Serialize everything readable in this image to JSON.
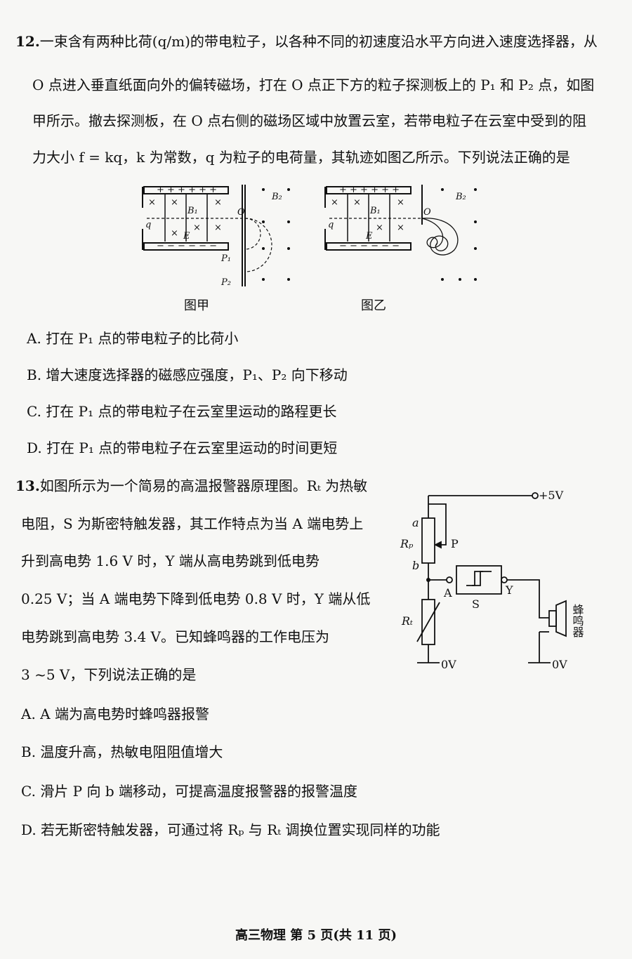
{
  "q12": {
    "number": "12.",
    "lines": [
      "一束含有两种比荷(q/m)的带电粒子，以各种不同的初速度沿水平方向进入速度选择器，从",
      "O 点进入垂直纸面向外的偏转磁场，打在 O 点正下方的粒子探测板上的 P₁ 和 P₂ 点，如图",
      "甲所示。撤去探测板，在 O 点右侧的磁场区域中放置云室，若带电粒子在云室中受到的阻",
      "力大小 f = kq，k 为常数，q 为粒子的电荷量，其轨迹如图乙所示。下列说法正确的是"
    ],
    "figures": {
      "left_caption": "图甲",
      "right_caption": "图乙",
      "labels": {
        "B1": "B₁",
        "B2": "B₂",
        "E": "E",
        "O": "O",
        "q": "q",
        "P1": "P₁",
        "P2": "P₂"
      }
    },
    "options": [
      "A. 打在 P₁ 点的带电粒子的比荷小",
      "B. 增大速度选择器的磁感应强度，P₁、P₂ 向下移动",
      "C. 打在 P₁ 点的带电粒子在云室里运动的路程更长",
      "D. 打在 P₁ 点的带电粒子在云室里运动的时间更短"
    ]
  },
  "q13": {
    "number": "13.",
    "lines": [
      "如图所示为一个简易的高温报警器原理图。Rₜ 为热敏",
      "电阻，S 为斯密特触发器，其工作特点为当 A 端电势上",
      "升到高电势 1.6 V 时，Y 端从高电势跳到低电势",
      "0.25 V；当 A 端电势下降到低电势 0.8 V 时，Y 端从低",
      "电势跳到高电势 3.4 V。已知蜂鸣器的工作电压为",
      "3 ~5 V，下列说法正确的是"
    ],
    "circuit": {
      "supply": "+5V",
      "ground_left": "0V",
      "ground_right": "0V",
      "a": "a",
      "b": "b",
      "RP": "Rₚ",
      "P": "P",
      "RT": "Rₜ",
      "A": "A",
      "S": "S",
      "Y": "Y",
      "buzzer": "蜂鸣器"
    },
    "options": [
      "A. A 端为高电势时蜂鸣器报警",
      "B. 温度升高，热敏电阻阻值增大",
      "C. 滑片 P 向 b 端移动，可提高温度报警器的报警温度",
      "D. 若无斯密特触发器，可通过将 Rₚ 与 Rₜ 调换位置实现同样的功能"
    ]
  },
  "footer": "高三物理  第 5 页(共 11 页)"
}
